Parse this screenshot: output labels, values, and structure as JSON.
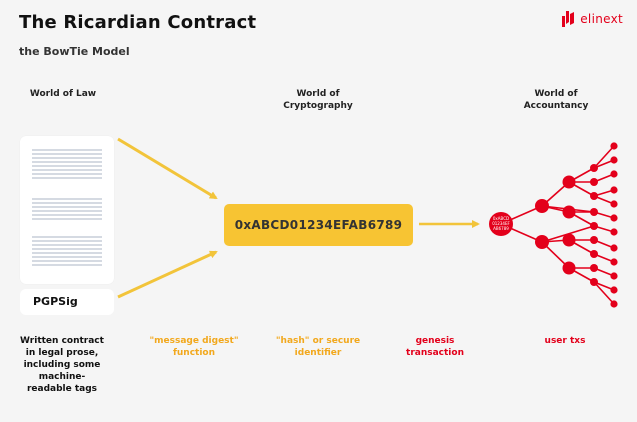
{
  "header": {
    "title": "The Ricardian Contract",
    "subtitle": "the BowTie Model",
    "brand": "elinext"
  },
  "columns": {
    "law": "World of Law",
    "crypto": "World of\nCryptography",
    "accountancy": "World of\nAccountancy"
  },
  "contract": {
    "signature_label": "PGPSig"
  },
  "hash": {
    "value": "0xABCD01234EFAB6789"
  },
  "genesis_node": {
    "lines": [
      "0xABCD",
      "01234EF",
      "AB6789"
    ]
  },
  "captions": {
    "law": "Written contract in legal prose, including some machine-readable tags",
    "digest": "\"message digest\" function",
    "hash": "\"hash\" or secure identifier",
    "genesis": "genesis transaction",
    "users": "user txs"
  },
  "colors": {
    "accent_yellow": "#f7c433",
    "arrow_yellow": "#f2c43a",
    "red": "#e3001b",
    "background": "#f5f5f5"
  }
}
